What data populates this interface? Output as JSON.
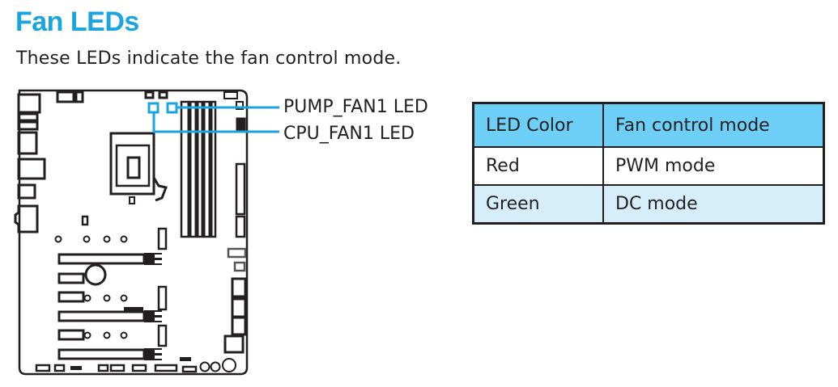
{
  "header": {
    "title": "Fan LEDs",
    "description": "These LEDs indicate the fan control mode."
  },
  "diagram": {
    "subject": "motherboard-layout",
    "callouts": [
      {
        "label": "PUMP_FAN1 LED"
      },
      {
        "label": "CPU_FAN1 LED"
      }
    ],
    "highlight_color": "#1aa5df"
  },
  "table": {
    "headers": [
      "LED Color",
      "Fan control mode"
    ],
    "rows": [
      [
        "Red",
        "PWM mode"
      ],
      [
        "Green",
        "DC mode"
      ]
    ],
    "header_bg": "#6dcff6",
    "alt_row_bg": "#d6eefa"
  }
}
